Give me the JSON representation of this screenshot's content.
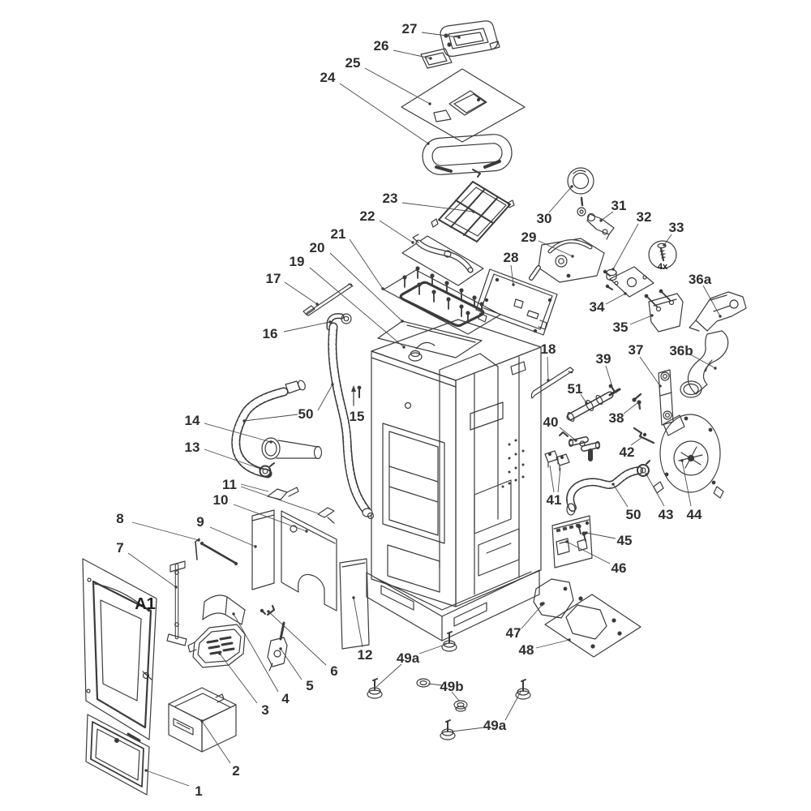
{
  "diagram_type": "exploded-parts-diagram",
  "subject": "pellet stove exploded view with numbered callouts",
  "colors": {
    "background": "#ffffff",
    "line": "#3b3b3b",
    "leader": "#4a4a4a",
    "label": "#2e2e2e"
  },
  "annotations": {
    "a1": "A1",
    "qty4x": "4x"
  },
  "callouts": {
    "n1": "1",
    "n2": "2",
    "n3": "3",
    "n4": "4",
    "n5": "5",
    "n6": "6",
    "n7": "7",
    "n8": "8",
    "n9": "9",
    "n10": "10",
    "n11": "11",
    "n12": "12",
    "n13": "13",
    "n14": "14",
    "n15": "15",
    "n16": "16",
    "n17": "17",
    "n18": "18",
    "n19": "19",
    "n20": "20",
    "n21": "21",
    "n22": "22",
    "n23": "23",
    "n24": "24",
    "n25": "25",
    "n26": "26",
    "n27": "27",
    "n28": "28",
    "n29": "29",
    "n30": "30",
    "n31": "31",
    "n32": "32",
    "n33": "33",
    "n34": "34",
    "n35": "35",
    "n36a": "36a",
    "n36b": "36b",
    "n37": "37",
    "n38": "38",
    "n39": "39",
    "n40": "40",
    "n41": "41",
    "n42": "42",
    "n43": "43",
    "n44": "44",
    "n45": "45",
    "n46": "46",
    "n47": "47",
    "n48": "48",
    "n49a": "49a",
    "n49b": "49b",
    "n50": "50",
    "n51": "51"
  }
}
